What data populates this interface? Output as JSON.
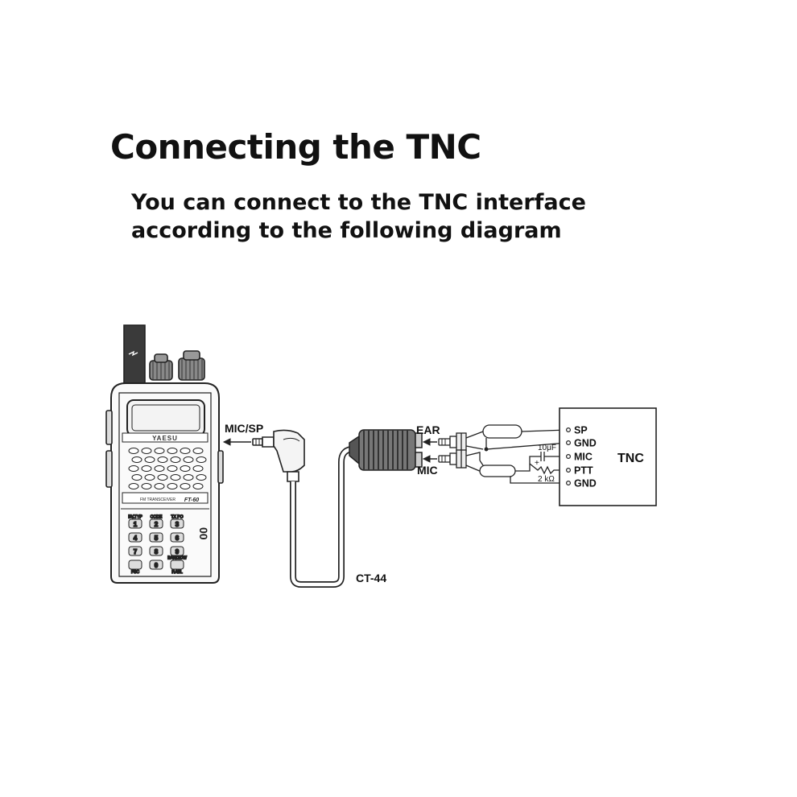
{
  "title": "Connecting the TNC",
  "subtitle": {
    "line1": "You can connect to the TNC interface",
    "line2": "according to the following diagram"
  },
  "radio": {
    "brand": "YAESU",
    "model": "FT-60",
    "model_caption": "FM TRANSCEIVER",
    "side_mark": "00",
    "keypad": [
      {
        "top": "BV.TYP",
        "key": "1"
      },
      {
        "top": "CODE",
        "key": "2"
      },
      {
        "top": "TX PO",
        "key": "3"
      },
      {
        "top": "",
        "key": "4"
      },
      {
        "top": "",
        "key": "5"
      },
      {
        "top": "",
        "key": "6"
      },
      {
        "top": "",
        "key": "7"
      },
      {
        "top": "",
        "key": "8"
      },
      {
        "top": "",
        "key": "9"
      },
      {
        "top": "",
        "key": ""
      },
      {
        "top": "",
        "key": "0"
      },
      {
        "top": "BAND/DW",
        "key": ""
      }
    ],
    "bottom_labels": [
      "FSC",
      "",
      "F.ABL"
    ]
  },
  "labels": {
    "mic_sp": "MIC/SP",
    "ear": "EAR",
    "mic": "MIC",
    "cable": "CT-44"
  },
  "tnc": {
    "name": "TNC",
    "pins": [
      "SP",
      "GND",
      "MIC",
      "PTT",
      "GND"
    ],
    "capacitor": "10μF",
    "resistor": "2 kΩ"
  }
}
